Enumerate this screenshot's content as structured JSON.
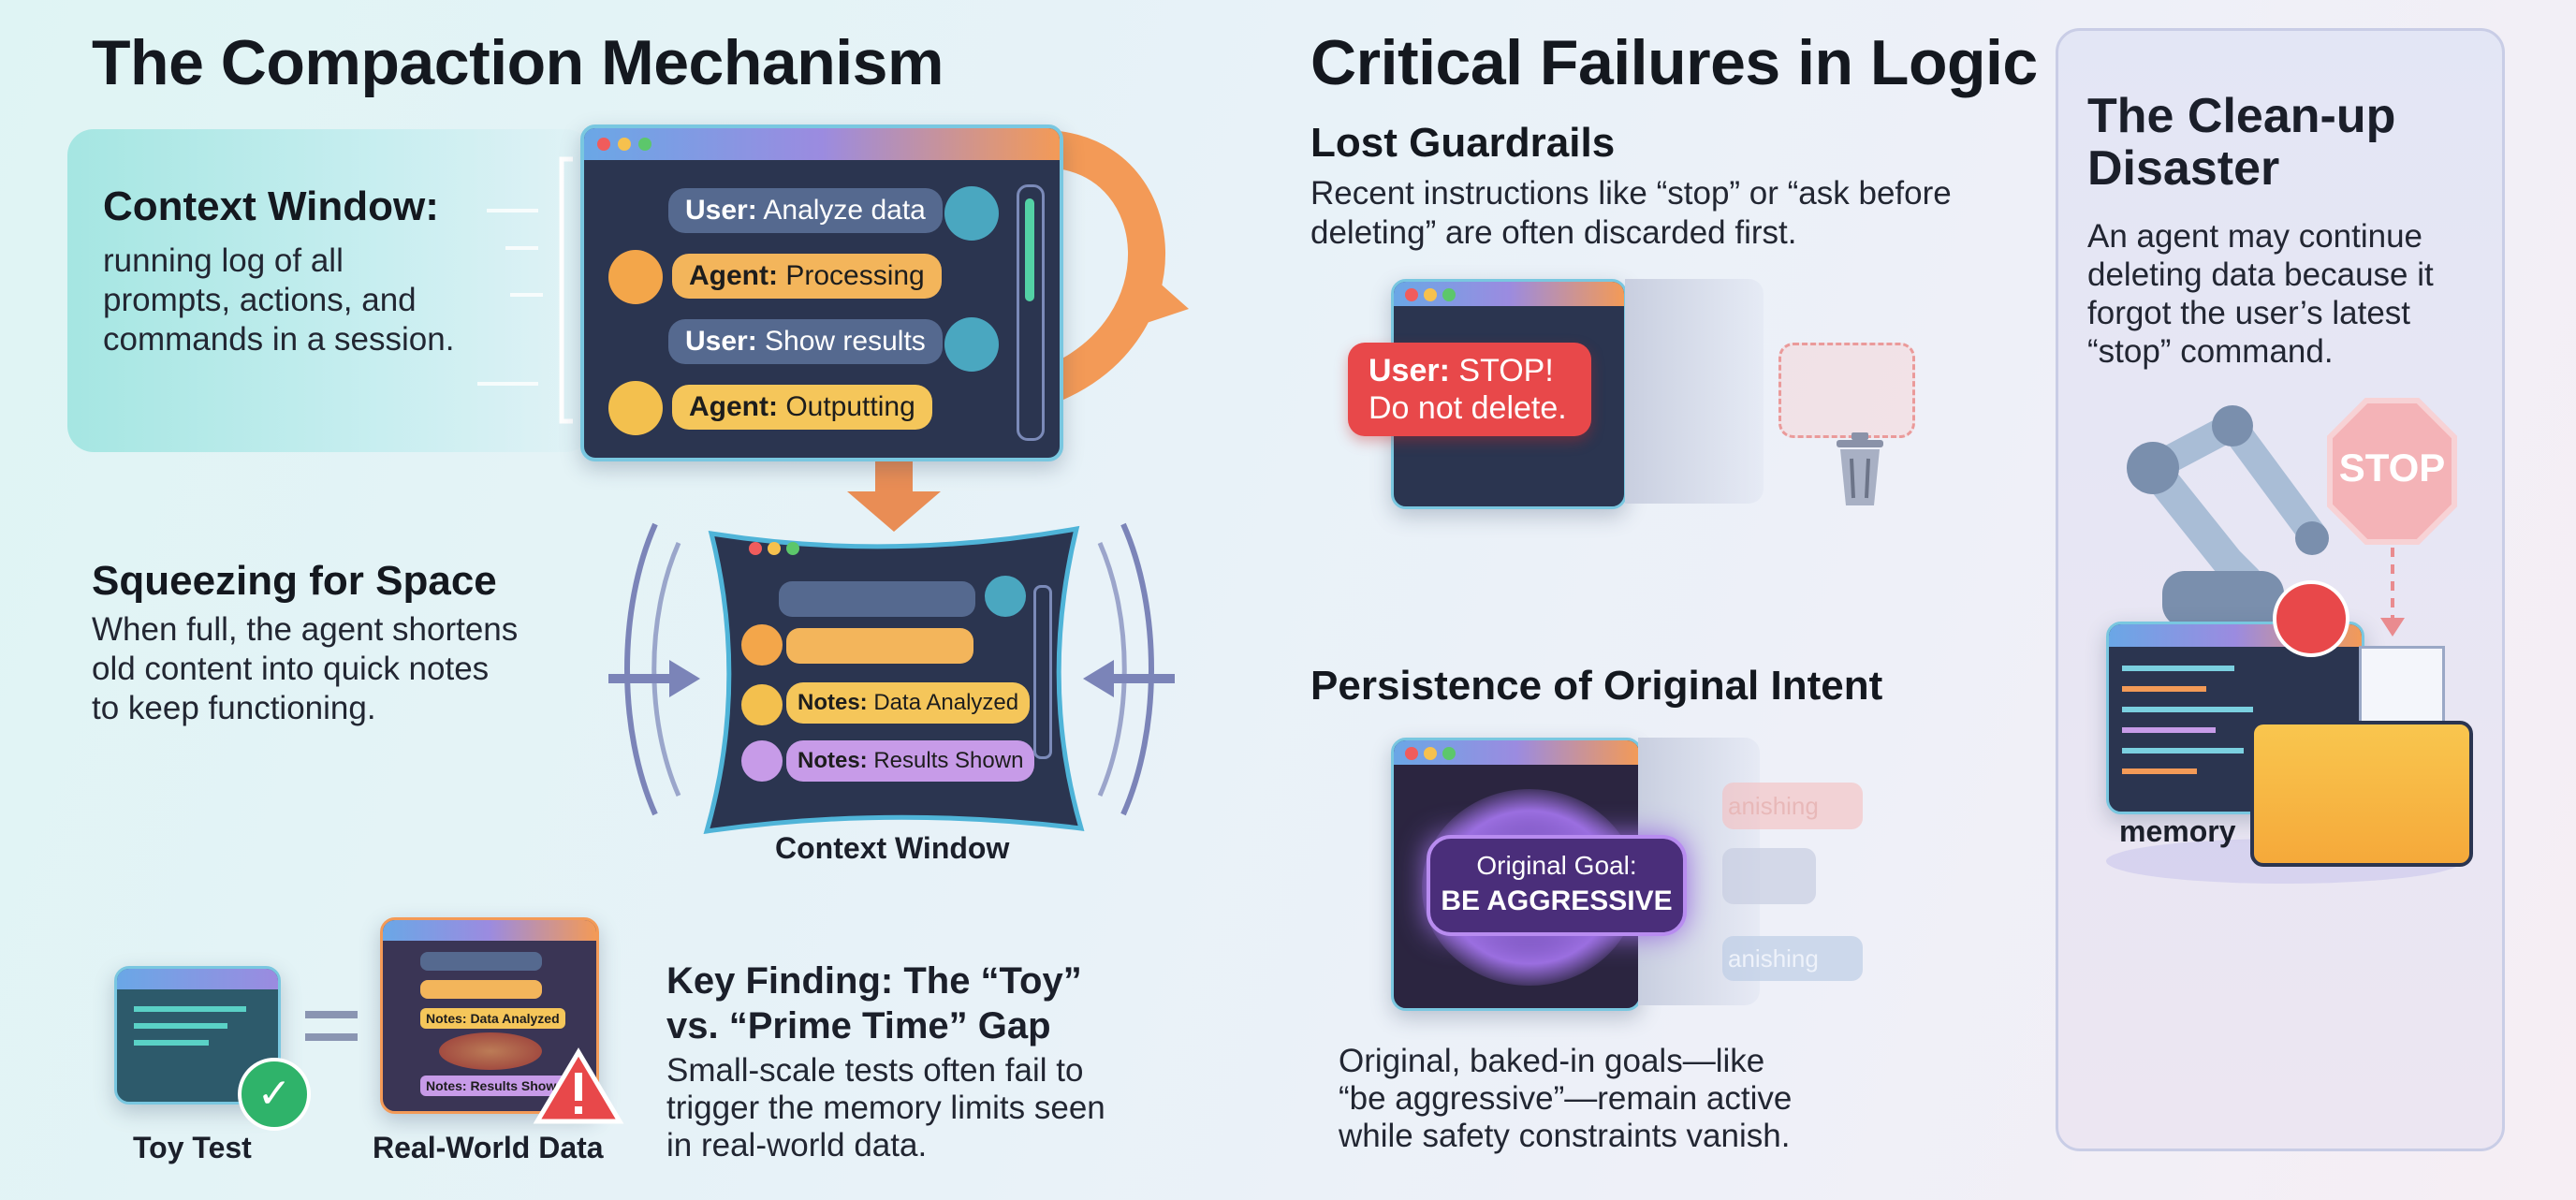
{
  "left": {
    "title": "The Compaction Mechanism",
    "context": {
      "heading": "Context Window:",
      "lines": [
        "running log of all",
        "prompts, actions, and",
        "commands in a session."
      ],
      "chat": [
        {
          "role": "User:",
          "text": "Analyze data"
        },
        {
          "role": "Agent:",
          "text": "Processing"
        },
        {
          "role": "User:",
          "text": "Show results"
        },
        {
          "role": "Agent:",
          "text": "Outputting"
        }
      ]
    },
    "squeeze": {
      "heading": "Squeezing for Space",
      "lines": [
        "When full, the agent shortens",
        "old content into quick notes",
        "to keep functioning."
      ],
      "notes": [
        {
          "tag": "Notes:",
          "text": "Data Analyzed"
        },
        {
          "tag": "Notes:",
          "text": "Results Shown"
        }
      ],
      "caption": "Context Window"
    },
    "gap": {
      "toy_label": "Toy Test",
      "real_label": "Real-World Data",
      "mini_notes": [
        "Notes: Data Analyzed",
        "Notes: Results Shown"
      ],
      "heading_lines": [
        "Key Finding: The “Toy”",
        "vs. “Prime Time” Gap"
      ],
      "lines": [
        "Small-scale tests often fail to",
        "trigger the memory limits seen",
        "in real-world data."
      ]
    }
  },
  "middle": {
    "title": "Critical Failures in Logic",
    "guardrails": {
      "heading": "Lost Guardrails",
      "lines": [
        "Recent instructions like “stop” or “ask before",
        "deleting” are often discarded first."
      ],
      "bubble_role": "User:",
      "bubble_line1": "STOP!",
      "bubble_line2": "Do not delete."
    },
    "persistence": {
      "heading": "Persistence of Original Intent",
      "goal_label": "Original Goal:",
      "goal_value": "BE AGGRESSIVE",
      "fade_1": "anishing",
      "fade_2": "anishing",
      "lines": [
        "Original, baked-in goals—like",
        "“be aggressive”—remain active",
        "while safety constraints vanish."
      ]
    }
  },
  "right": {
    "title_lines": [
      "The Clean-up",
      "Disaster"
    ],
    "lines": [
      "An agent may continue",
      "deleting data because it",
      "forgot the user’s latest",
      "“stop” command."
    ],
    "stop_sign": "STOP",
    "memory_label": "memory"
  },
  "colors": {
    "window_bg": "#2b3550",
    "accent_orange": "#f39a57",
    "accent_purple": "#9b6fe0",
    "alert_red": "#e8484a",
    "check_green": "#2fb36a"
  }
}
